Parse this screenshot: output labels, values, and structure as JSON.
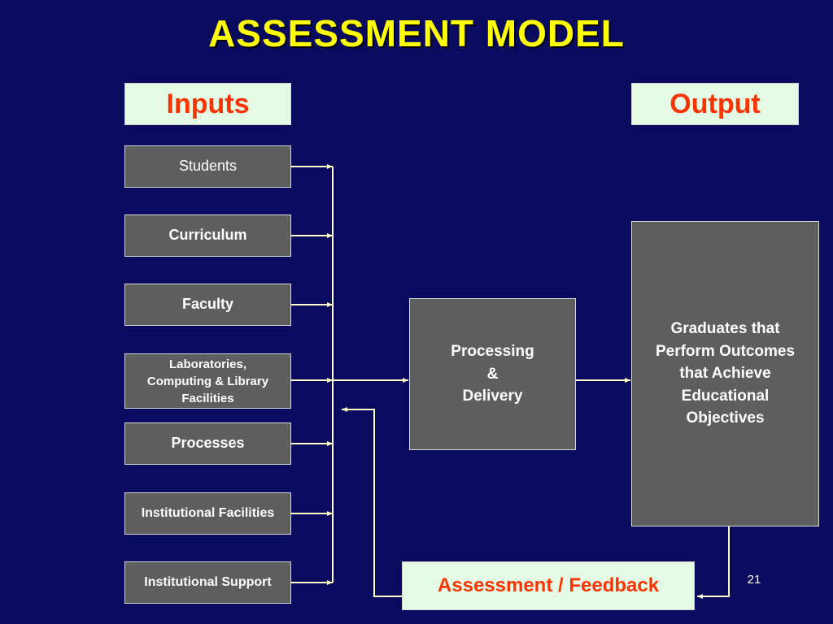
{
  "title": "ASSESSMENT MODEL",
  "headers": {
    "inputs": "Inputs",
    "output": "Output"
  },
  "inputs": [
    "Students",
    "Curriculum",
    "Faculty",
    "Laboratories,",
    "Computing & Library",
    "Facilities",
    "Processes",
    "Institutional Facilities",
    "Institutional Support"
  ],
  "process": {
    "line1": "Processing",
    "line2": "&",
    "line3": "Delivery"
  },
  "output": {
    "line1": "Graduates that",
    "line2": "Perform Outcomes",
    "line3": "that Achieve",
    "line4": "Educational",
    "line5": "Objectives"
  },
  "feedback": "Assessment / Feedback",
  "page_number": "21",
  "colors": {
    "background": "#0a0a5e",
    "title": "#ffff00",
    "header_text": "#ff3300",
    "header_bg": "#e6fbe6",
    "box_bg": "#5e5e5e",
    "connector": "#ffffcc"
  }
}
